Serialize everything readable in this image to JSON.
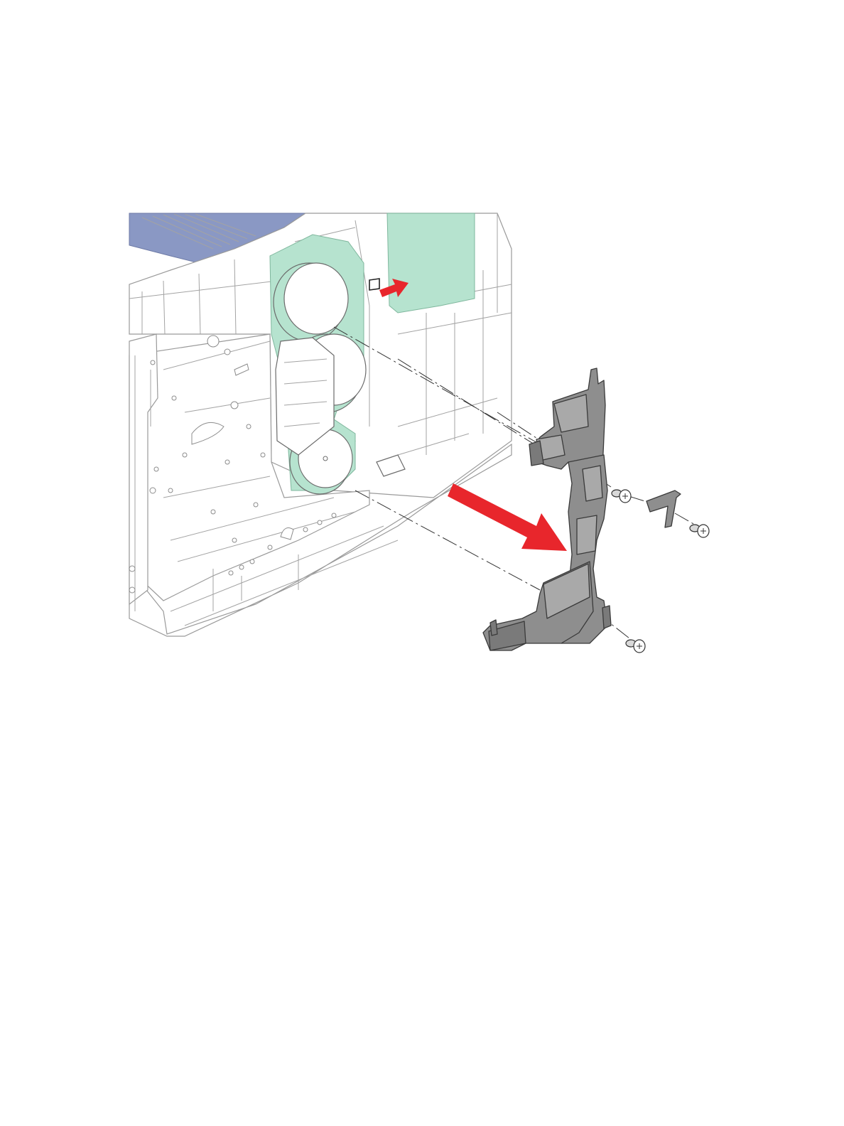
{
  "colors": {
    "page_background": "#ffffff",
    "top_cover": "#8a98c4",
    "circuit_board": "#b6e3cf",
    "removal_arrow": "#e8262c",
    "duct_part": "#8e8e8e"
  },
  "figure": {
    "description_icons": [
      "printer-chassis",
      "circuit-board",
      "drive-motor",
      "duct-part",
      "screw-icon",
      "bracket-icon",
      "removal-arrow"
    ]
  }
}
